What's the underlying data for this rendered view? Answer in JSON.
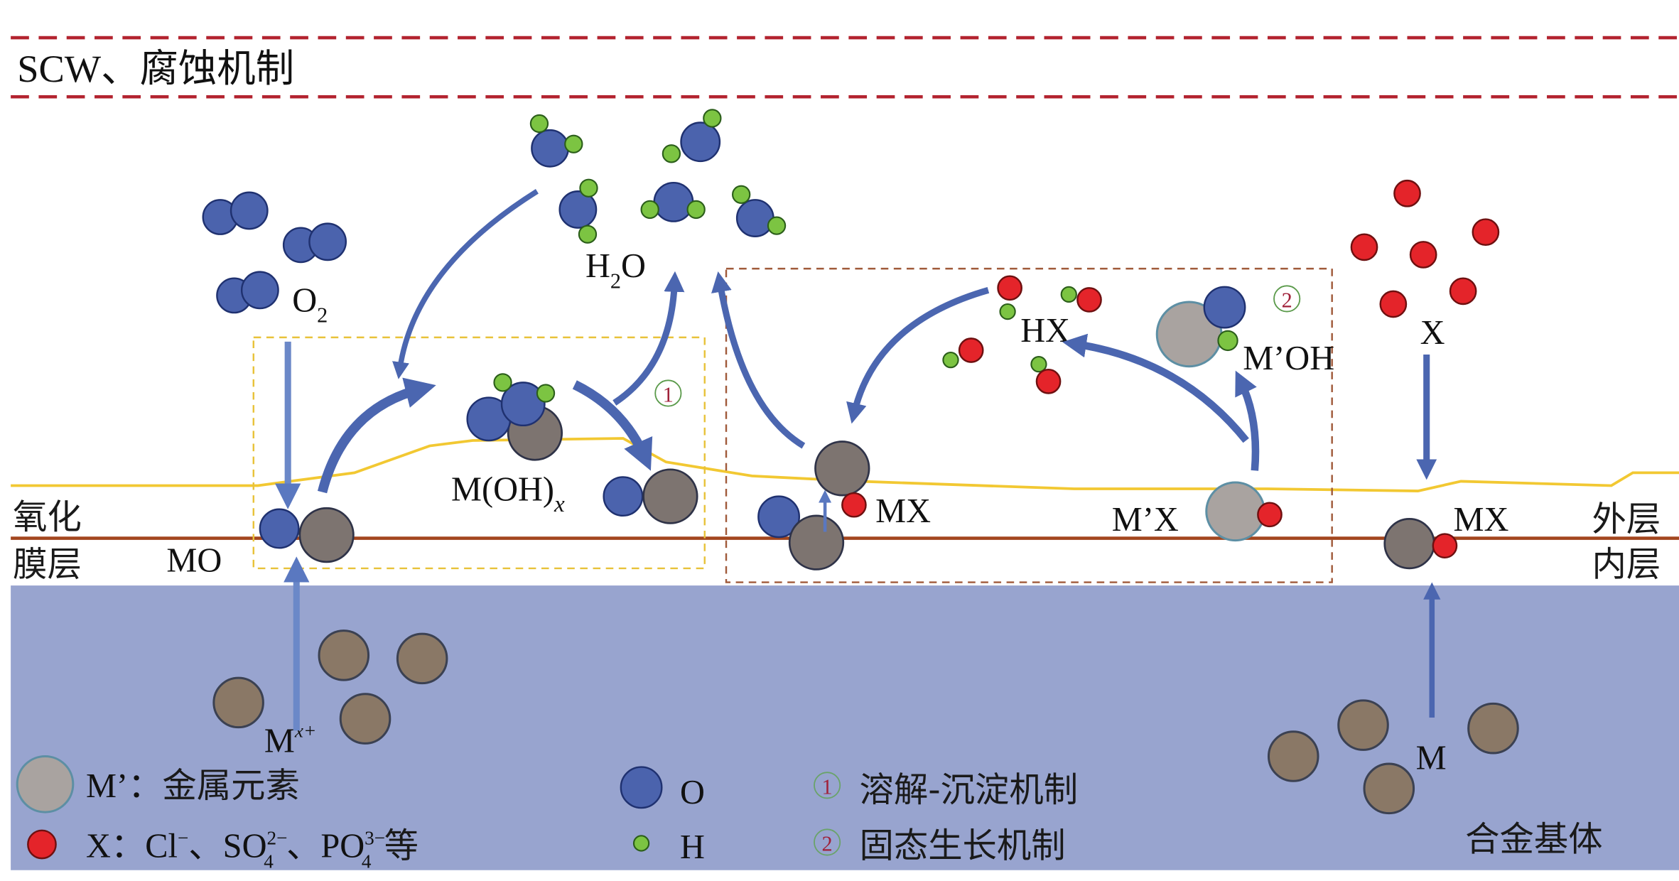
{
  "title": "SCW、腐蚀机制",
  "colors": {
    "oxygen": "#4b63ad",
    "hydrogen": "#7cc442",
    "anion_x": "#e4242a",
    "metal_m": "#7d7470",
    "metal_m_prime": "#a9a3a0",
    "substrate_bg": "#98a4cf",
    "outer_boundary": "#f2c832",
    "inner_boundary": "#a3461e",
    "arrow": "#4b66b0",
    "dashed_border": "#b3232f"
  },
  "labels": {
    "o2": "O",
    "o2_sub": "2",
    "h2o_h": "H",
    "h2o_sub": "2",
    "h2o_o": "O",
    "moh": "M(OH)",
    "moh_sub": "x",
    "mo": "MO",
    "mx_center": "MX",
    "hx": "HX",
    "mpoh": "M’OH",
    "mpx": "M’X",
    "x": "X",
    "mx_right": "MX",
    "mx_plus_base": "M",
    "mx_plus_sup": "x+",
    "m_substrate": "M",
    "mechanism_1": "1",
    "mechanism_2": "2"
  },
  "layers": {
    "oxide_film_line1": "氧化",
    "oxide_film_line2": "膜层",
    "outer_layer": "外层",
    "inner_layer": "内层",
    "alloy_substrate": "合金基体"
  },
  "legend": {
    "mprime": {
      "symbol": "M’",
      "sep": "：",
      "text": "金属元素"
    },
    "x": {
      "symbol": "X",
      "sep": "：",
      "cl": "Cl",
      "cl_sup": "−",
      "s1": "、",
      "so": "SO",
      "so_sub": "4",
      "so_sup": "2−",
      "s2": "、",
      "po": "PO",
      "po_sub": "4",
      "po_sup": "3−",
      "tail": "等"
    },
    "o": "O",
    "h": "H",
    "mech1_num": "1",
    "mech1": "溶解-沉淀机制",
    "mech2_num": "2",
    "mech2": "固态生长机制"
  }
}
